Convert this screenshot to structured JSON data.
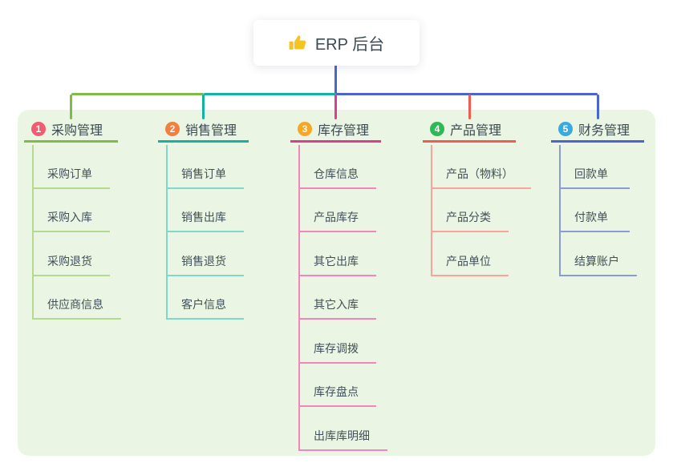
{
  "root": {
    "title": "ERP 后台",
    "icon": "thumbs-up-icon",
    "stem_color": "#4a64d4"
  },
  "branches": [
    {
      "number": "1",
      "label": "采购管理",
      "badge_color": "#f35b71",
      "line_color": "#7fbb47",
      "child_line_color": "#b4da90",
      "children": [
        "采购订单",
        "采购入库",
        "采购退货",
        "供应商信息"
      ]
    },
    {
      "number": "2",
      "label": "销售管理",
      "badge_color": "#f57e3c",
      "line_color": "#14b2a5",
      "child_line_color": "#7ed8cd",
      "children": [
        "销售订单",
        "销售出库",
        "销售退货",
        "客户信息"
      ]
    },
    {
      "number": "3",
      "label": "库存管理",
      "badge_color": "#f7a723",
      "line_color": "#da3f8e",
      "child_line_color": "#f186bf",
      "children": [
        "仓库信息",
        "产品库存",
        "其它出库",
        "其它入库",
        "库存调拨",
        "库存盘点",
        "出库库明细"
      ]
    },
    {
      "number": "4",
      "label": "产品管理",
      "badge_color": "#2db955",
      "line_color": "#f15b51",
      "child_line_color": "#f8a49d",
      "children": [
        "产品（物料）",
        "产品分类",
        "产品单位"
      ]
    },
    {
      "number": "5",
      "label": "财务管理",
      "badge_color": "#39a9e0",
      "line_color": "#4a64d4",
      "child_line_color": "#8a9bd9",
      "children": [
        "回款单",
        "付款单",
        "结算账户"
      ]
    }
  ],
  "colors": {
    "panel_bg": "#eaf6e3",
    "heading_text": "#3b4a54",
    "child_text": "#41505a",
    "root_text": "#3c4a54"
  }
}
